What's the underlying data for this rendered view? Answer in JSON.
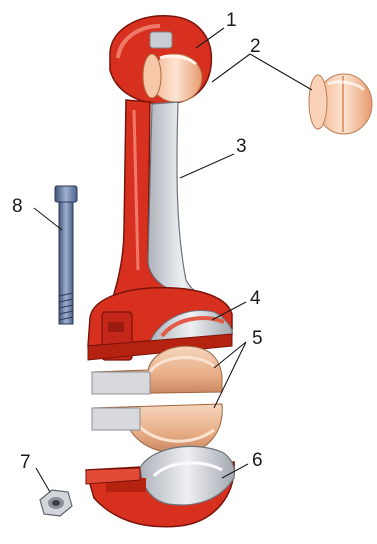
{
  "diagram": {
    "callouts": [
      {
        "id": "1",
        "label": "1"
      },
      {
        "id": "2",
        "label": "2"
      },
      {
        "id": "3",
        "label": "3"
      },
      {
        "id": "4",
        "label": "4"
      },
      {
        "id": "5",
        "label": "5"
      },
      {
        "id": "6",
        "label": "6"
      },
      {
        "id": "7",
        "label": "7"
      },
      {
        "id": "8",
        "label": "8"
      }
    ],
    "colors": {
      "red": "#d8301f",
      "red_dark": "#9e1d10",
      "red_light": "#ef7a6a",
      "steel": "#c9ccd2",
      "steel_dark": "#8b9099",
      "bearing": "#e9b896",
      "bearing_dark": "#c98a62",
      "bolt": "#6a7fa3"
    }
  }
}
